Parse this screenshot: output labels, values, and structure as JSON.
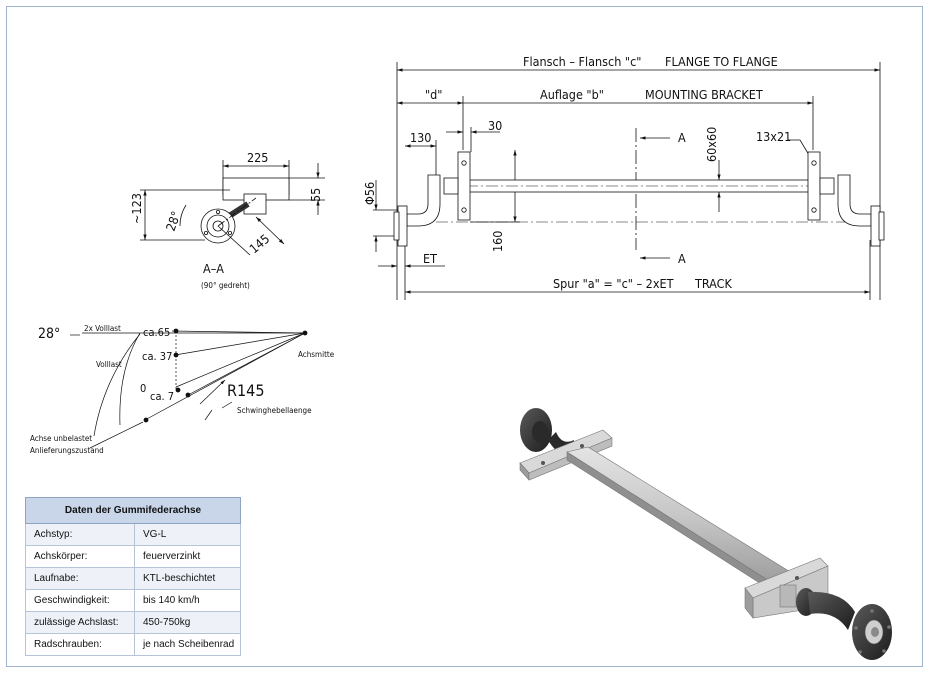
{
  "dimensions": {
    "flange_to_flange_de": "Flansch – Flansch \"c\"",
    "flange_to_flange_en": "FLANGE TO FLANGE",
    "d_label": "\"d\"",
    "mounting_de": "Auflage \"b\"",
    "mounting_en": "MOUNTING BRACKET",
    "d130": "130",
    "d30": "30",
    "section_a": "A",
    "tube": "60x60",
    "hole": "13x21",
    "phi56": "Φ56",
    "d160": "160",
    "et": "ET",
    "track_de": "Spur \"a\" = \"c\" – 2xET",
    "track_en": "TRACK",
    "d225": "225",
    "d55": "55",
    "d123": "~123",
    "d28deg": "28°",
    "d145": "145",
    "section_title": "A–A",
    "section_note": "(90° gedreht)"
  },
  "swing": {
    "angle": "28°",
    "full_load_2x": "2x Volllast",
    "full_load": "Volllast",
    "ca65": "ca.65",
    "ca37": "ca. 37",
    "zero": "0",
    "ca7": "ca. 7",
    "center": "Achsmitte",
    "radius": "R145",
    "arm_length": "Schwinghebellaenge",
    "unloaded_1": "Achse unbelastet",
    "unloaded_2": "Anlieferungszustand"
  },
  "table": {
    "title": "Daten der Gummifederachse",
    "rows": [
      {
        "key": "Achstyp:",
        "value": "VG-L"
      },
      {
        "key": "Achskörper:",
        "value": "feuerverzinkt"
      },
      {
        "key": "Laufnabe:",
        "value": "KTL-beschichtet"
      },
      {
        "key": "Geschwindigkeit:",
        "value": "bis 140 km/h"
      },
      {
        "key": "zulässige Achslast:",
        "value": "450-750kg"
      },
      {
        "key": "Radschrauben:",
        "value": "je nach Scheibenrad"
      }
    ]
  }
}
